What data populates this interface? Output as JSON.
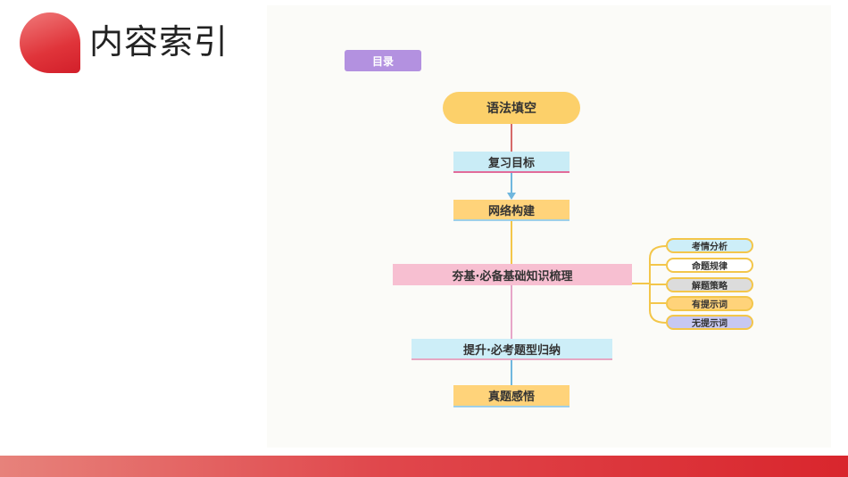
{
  "header": {
    "title": "内容索引"
  },
  "diagram": {
    "tag": "目录",
    "root": "语法填空",
    "steps": [
      "复习目标",
      "网络构建",
      "夯基·必备基础知识梳理",
      "提升·必考题型归纳",
      "真题感悟"
    ],
    "sub_items": [
      "考情分析",
      "命题规律",
      "解题策略",
      "有提示词",
      "无提示词"
    ]
  },
  "colors": {
    "accent_red": "#d9262d",
    "tag_purple": "#b391e0",
    "oval_yellow": "#fcd06a"
  }
}
